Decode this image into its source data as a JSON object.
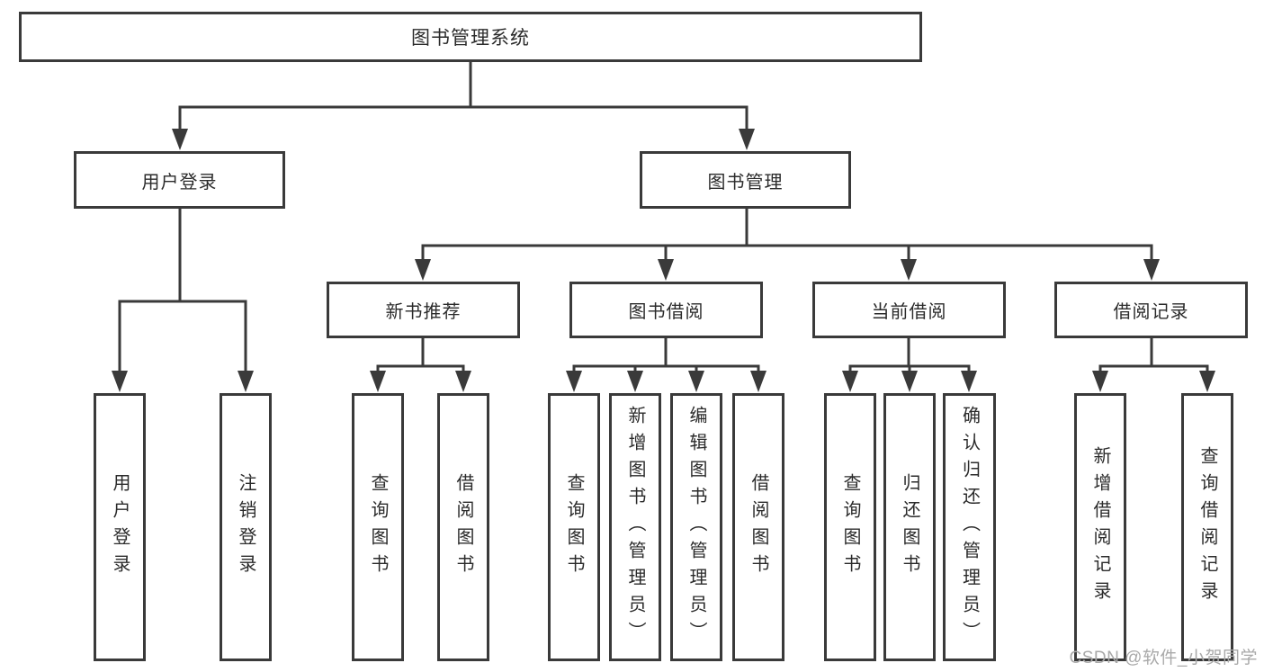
{
  "colors": {
    "line": "#3a3a3a",
    "box_background": "#ffffff",
    "text": "#2b2b2b",
    "watermark": "#a9a9a9",
    "page_background": "#ffffff"
  },
  "diagram": {
    "root": {
      "label": "图书管理系统"
    },
    "level2": [
      {
        "label": "用户登录"
      },
      {
        "label": "图书管理"
      }
    ],
    "level3": [
      {
        "label": "新书推荐",
        "parent": "图书管理"
      },
      {
        "label": "图书借阅",
        "parent": "图书管理"
      },
      {
        "label": "当前借阅",
        "parent": "图书管理"
      },
      {
        "label": "借阅记录",
        "parent": "图书管理"
      }
    ],
    "leaves": [
      {
        "label": "用户登录",
        "parent": "用户登录"
      },
      {
        "label": "注销登录",
        "parent": "用户登录"
      },
      {
        "label": "查询图书",
        "parent": "新书推荐"
      },
      {
        "label": "借阅图书",
        "parent": "新书推荐"
      },
      {
        "label": "查询图书",
        "parent": "图书借阅"
      },
      {
        "label": "新增图书（管理员）",
        "parent": "图书借阅"
      },
      {
        "label": "编辑图书（管理员）",
        "parent": "图书借阅"
      },
      {
        "label": "借阅图书",
        "parent": "图书借阅"
      },
      {
        "label": "查询图书",
        "parent": "当前借阅"
      },
      {
        "label": "归还图书",
        "parent": "当前借阅"
      },
      {
        "label": "确认归还（管理员）",
        "parent": "当前借阅"
      },
      {
        "label": "新增借阅记录",
        "parent": "借阅记录"
      },
      {
        "label": "查询借阅记录",
        "parent": "借阅记录"
      }
    ]
  },
  "watermark": {
    "text": "CSDN @软件_小贺同学"
  }
}
